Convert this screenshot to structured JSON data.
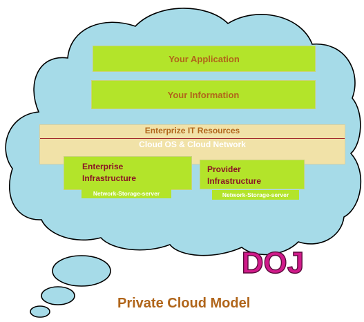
{
  "diagram": {
    "application_label": "Your Application",
    "information_label": "Your Information",
    "it_resources": {
      "title": "Enterprize IT Resources",
      "subtitle": "Cloud OS & Cloud Network"
    },
    "enterprise": {
      "line1": "Enterprise",
      "line2": "Infrastructure",
      "sublabel": "Network-Storage-server"
    },
    "provider": {
      "line1": "Provider",
      "line2": "Infrastructure",
      "sublabel": "Network-Storage-server"
    },
    "logo_text": "DOJ",
    "caption": "Private Cloud Model"
  },
  "colors": {
    "cloud_fill": "#a6dbe8",
    "cloud_outline": "#000000",
    "box_green": "#b3e42a",
    "band_cream": "#f1e2a8",
    "label_brown": "#b0651a",
    "label_maroon": "#8a1426",
    "logo_magenta": "#d01a8a"
  }
}
